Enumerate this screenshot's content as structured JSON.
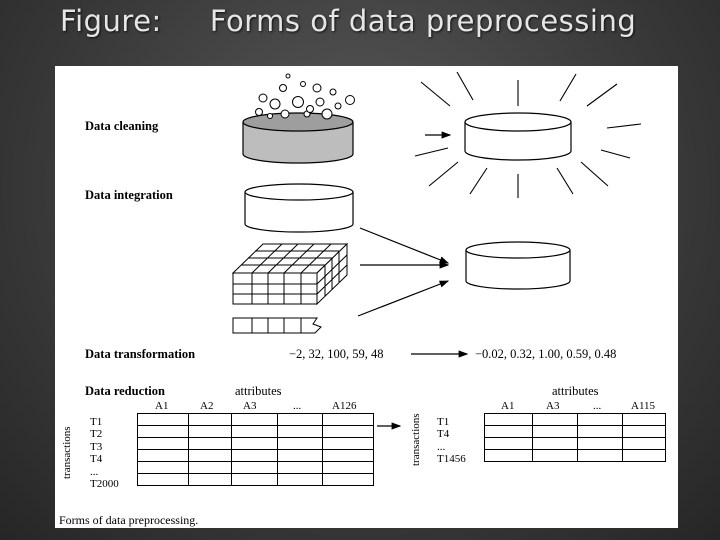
{
  "slide": {
    "title_prefix": "Figure:",
    "title": "Forms of data preprocessing"
  },
  "figure": {
    "caption": "Forms of data preprocessing.",
    "sections": {
      "cleaning": "Data cleaning",
      "integration": "Data integration",
      "transformation": "Data transformation",
      "reduction": "Data reduction"
    },
    "transformation": {
      "input": "−2, 32, 100, 59, 48",
      "output": "−0.02, 0.32, 1.00, 0.59, 0.48"
    },
    "reduction": {
      "attributes_label": "attributes",
      "transactions_label": "transactions",
      "left": {
        "columns": [
          "A1",
          "A2",
          "A3",
          "...",
          "A126"
        ],
        "rows": [
          "T1",
          "T2",
          "T3",
          "T4",
          "...",
          "T2000"
        ]
      },
      "right": {
        "columns": [
          "A1",
          "A3",
          "...",
          "A115"
        ],
        "rows": [
          "T1",
          "T4",
          "...",
          "T1456"
        ]
      }
    }
  }
}
